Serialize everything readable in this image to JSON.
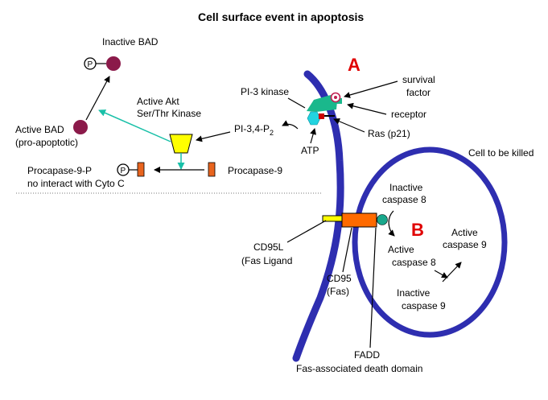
{
  "title": "Cell surface event in apoptosis",
  "region_a_label": "A",
  "region_b_label": "B",
  "labels": {
    "inactive_bad": "Inactive BAD",
    "active_bad": "Active BAD",
    "pro_apoptotic": "(pro-apoptotic)",
    "active_akt": "Active Akt",
    "ser_thr_kinase": "Ser/Thr Kinase",
    "pi3_kinase": "PI-3 kinase",
    "survival": "survival",
    "factor": "factor",
    "receptor": "receptor",
    "ras": "Ras (p21)",
    "pi34p2_main": "PI-3,4-P",
    "pi34p2_sub": "2",
    "atp": "ATP",
    "procaspase9p": "Procapase-9-P",
    "no_interact": "no interact with Cyto C",
    "procaspase9": "Procapase-9",
    "cell_to_be_killed": "Cell to be killed",
    "inactive_caspase8_1": "Inactive",
    "inactive_caspase8_2": "caspase 8",
    "active_caspase8_1": "Active",
    "active_caspase8_2": "caspase 8",
    "active_caspase9_1": "Active",
    "active_caspase9_2": "caspase 9",
    "inactive_caspase9_1": "Inactive",
    "inactive_caspase9_2": "caspase 9",
    "cd95l": "CD95L",
    "fas_ligand": "(Fas Ligand",
    "cd95": "CD95",
    "fas": "(Fas)",
    "fadd": "FADD",
    "fadd_full": "Fas-associated death domain",
    "phospho": "P"
  },
  "colors": {
    "membrane": "#2e2eb0",
    "bad": "#8b1a4a",
    "akt": "#ffff00",
    "procaspase": "#e8641e",
    "cd95": "#ff6a00",
    "cd95l": "#ffff00",
    "fadd": "#19a88c",
    "pi3k": "#1ab88c",
    "atp_hex": "#22d4e0",
    "teal_arrow": "#19c0a8",
    "ras": "#cc0000",
    "survival": "#c02050",
    "region_letters": "#e00000"
  }
}
